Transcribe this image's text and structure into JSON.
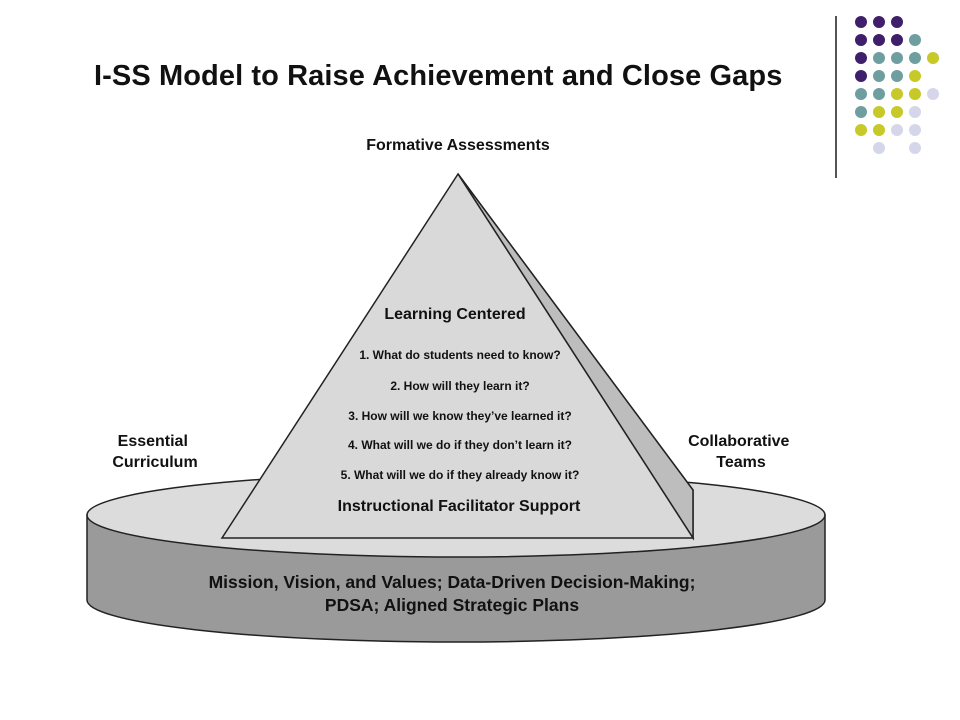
{
  "title": "I-SS Model to Raise Achievement and Close Gaps",
  "top_label": "Formative Assessments",
  "left_label": [
    "Essential",
    "Curriculum"
  ],
  "right_label": [
    "Collaborative",
    "Teams"
  ],
  "pyramid": {
    "heading": "Learning Centered",
    "questions": [
      "1. What do students need to know?",
      "2. How will they learn it?",
      "3. How will we know they’ve learned it?",
      "4. What will we do if they don’t learn it?",
      "5. What will we do if they already know it?"
    ],
    "footer": "Instructional Facilitator Support"
  },
  "base": {
    "lines": [
      "Mission, Vision, and Values; Data-Driven Decision-Making;",
      "PDSA; Aligned Strategic Plans"
    ]
  },
  "colors": {
    "purple": "#3f1f6b",
    "teal": "#6f9ea0",
    "yellow": "#c6c927",
    "lavender": "#d6d6ea",
    "base_top": "#dcdcdc",
    "base_side": "#9a9a9a",
    "pyramid_fill": "#d9d9d9"
  }
}
